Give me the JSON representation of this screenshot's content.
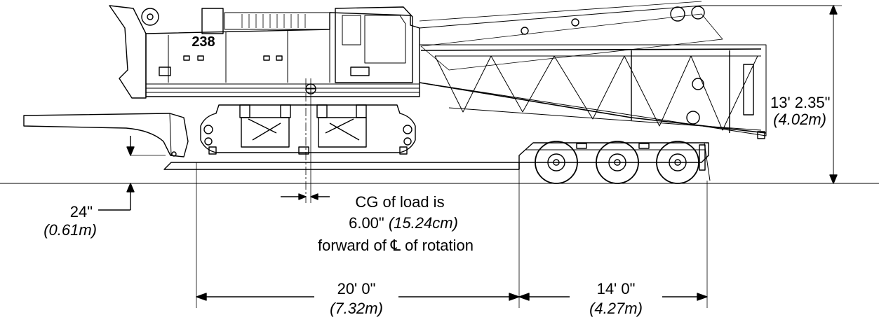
{
  "height": {
    "imperial": "13' 2.35\"",
    "metric": "(4.02m)"
  },
  "deck": {
    "imperial": "24\"",
    "metric": "(0.61m)"
  },
  "cg_note": {
    "line1": "CG of load is",
    "line2_imperial": "6.00\"",
    "line2_metric": "(15.24cm)",
    "line3": "forward of ℄ of rotation"
  },
  "dim_front": {
    "imperial": "20' 0\"",
    "metric": "(7.32m)"
  },
  "dim_rear": {
    "imperial": "14' 0\"",
    "metric": "(4.27m)"
  },
  "model_badge": "238"
}
